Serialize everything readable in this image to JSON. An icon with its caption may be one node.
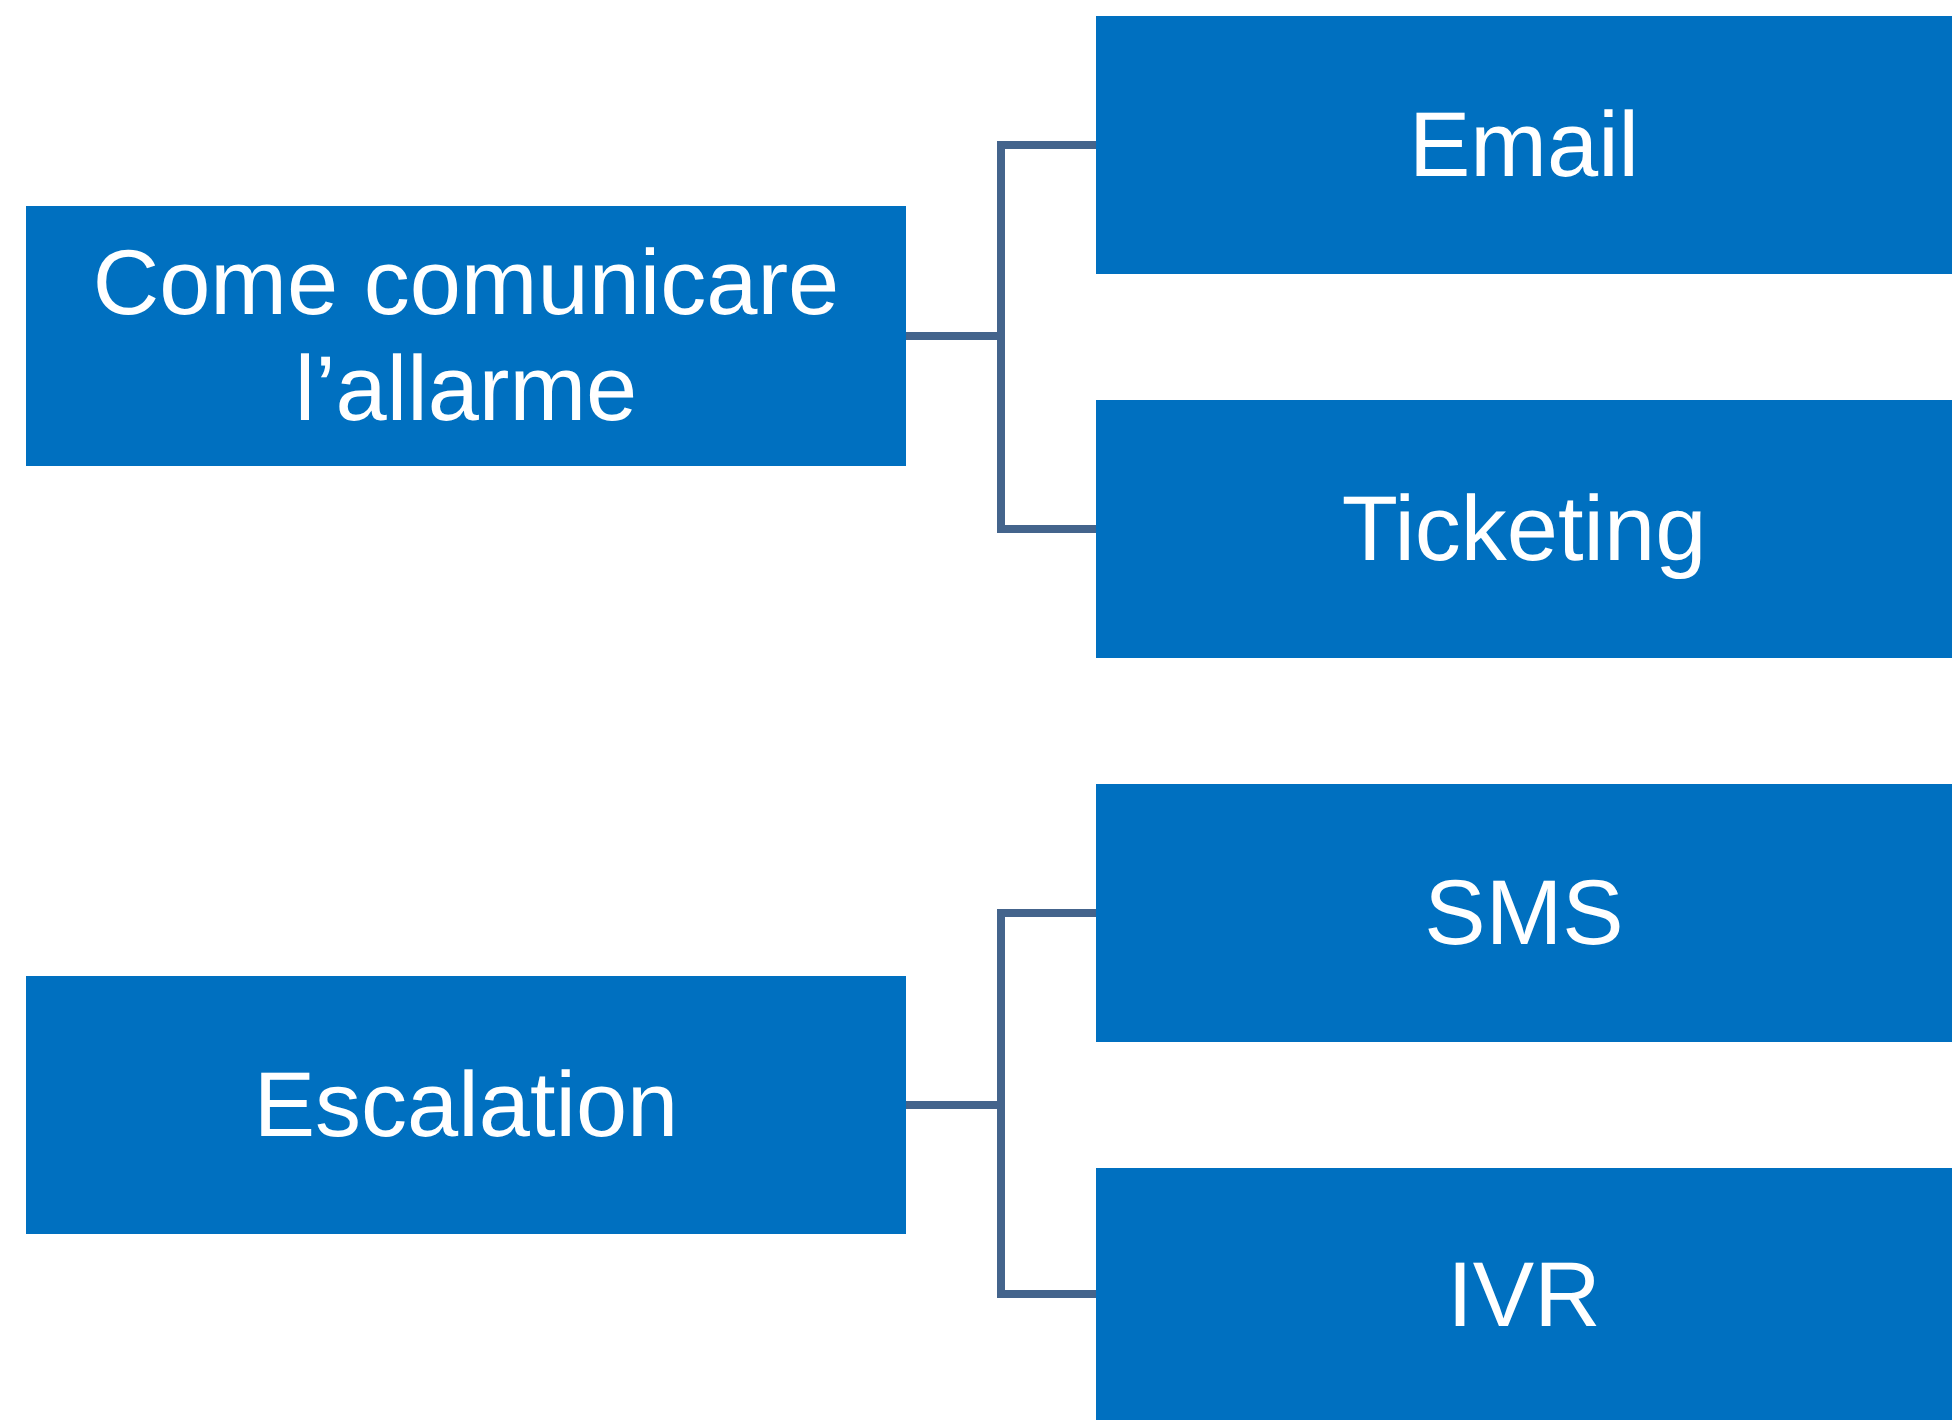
{
  "diagram": {
    "nodes": [
      {
        "text": [
          "Come comunicare l’allarme"
        ]
      },
      {
        "text": [
          "Email"
        ]
      },
      {
        "text": [
          "Ticketing"
        ]
      },
      {
        "text": [
          "Escalation"
        ]
      },
      {
        "text": [
          "SMS"
        ]
      },
      {
        "text": [
          "IVR"
        ]
      }
    ],
    "edges": [
      {
        "from": 0,
        "to": 1,
        "arrow": "none"
      },
      {
        "from": 0,
        "to": 2,
        "arrow": "none"
      },
      {
        "from": 3,
        "to": 4,
        "arrow": "none"
      },
      {
        "from": 3,
        "to": 5,
        "arrow": "none"
      }
    ]
  }
}
